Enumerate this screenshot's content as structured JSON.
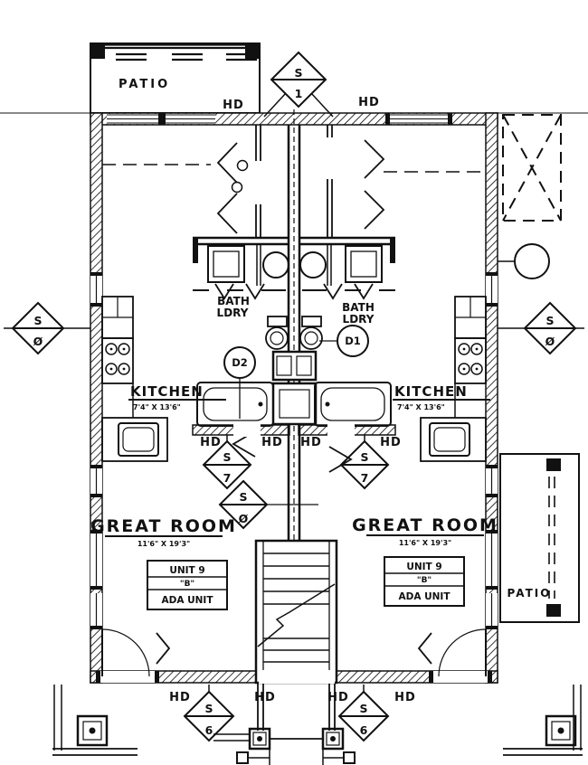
{
  "drawing": {
    "type": "duplex-floor-plan"
  },
  "labels": {
    "patio_top": "PATIO",
    "patio_right": "PATIO",
    "kitchen_left": {
      "name": "KITCHEN",
      "dims": "7'4\" X 13'6\""
    },
    "kitchen_right": {
      "name": "KITCHEN",
      "dims": "7'4\" X 13'6\""
    },
    "bath_left": {
      "line1": "BATH",
      "line2": "LDRY"
    },
    "bath_right": {
      "line1": "BATH",
      "line2": "LDRY"
    },
    "great_room_left": {
      "name": "GREAT ROOM",
      "dims": "11'6\" X 19'3\""
    },
    "great_room_right": {
      "name": "GREAT ROOM",
      "dims": "11'6\" X 19'3\""
    }
  },
  "unit_tag_left": {
    "line1": "UNIT 9",
    "line2": "\"B\"",
    "line3": "ADA UNIT"
  },
  "unit_tag_right": {
    "line1": "UNIT 9",
    "line2": "\"B\"",
    "line3": "ADA UNIT"
  },
  "door_tags": {
    "d1": "D1",
    "d2": "D2"
  },
  "keynotes": [
    {
      "letter": "S",
      "number": "1"
    },
    {
      "letter": "S",
      "number": "Ø"
    },
    {
      "letter": "S",
      "number": "Ø"
    },
    {
      "letter": "S",
      "number": "7"
    },
    {
      "letter": "S",
      "number": "7"
    },
    {
      "letter": "S",
      "number": "Ø"
    },
    {
      "letter": "S",
      "number": "6"
    },
    {
      "letter": "S",
      "number": "6"
    }
  ],
  "hd_labels": [
    "HD",
    "HD",
    "HD",
    "HD",
    "HD",
    "HD",
    "HD",
    "HD",
    "HD",
    "HD"
  ],
  "colors": {
    "ink": "#111111",
    "paper": "#ffffff"
  }
}
